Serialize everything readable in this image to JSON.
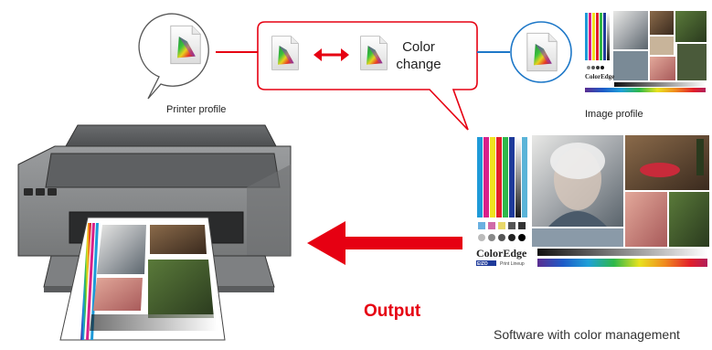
{
  "labels": {
    "printer_profile": "Printer profile",
    "image_profile": "Image profile",
    "color_change_line1": "Color",
    "color_change_line2": "change",
    "output": "Output",
    "software": "Software with color management"
  },
  "brand": {
    "name": "ColorEdge",
    "maker": "EIZO",
    "sub": "Print Lineup"
  },
  "colors": {
    "accent_red": "#e60012",
    "accent_blue": "#1e78c8",
    "printer_body": "#8a8c8e",
    "printer_dark": "#5a5c5e"
  },
  "icons": [
    "profile-file-icon",
    "double-arrow-icon",
    "output-arrow-icon",
    "printer-icon"
  ]
}
